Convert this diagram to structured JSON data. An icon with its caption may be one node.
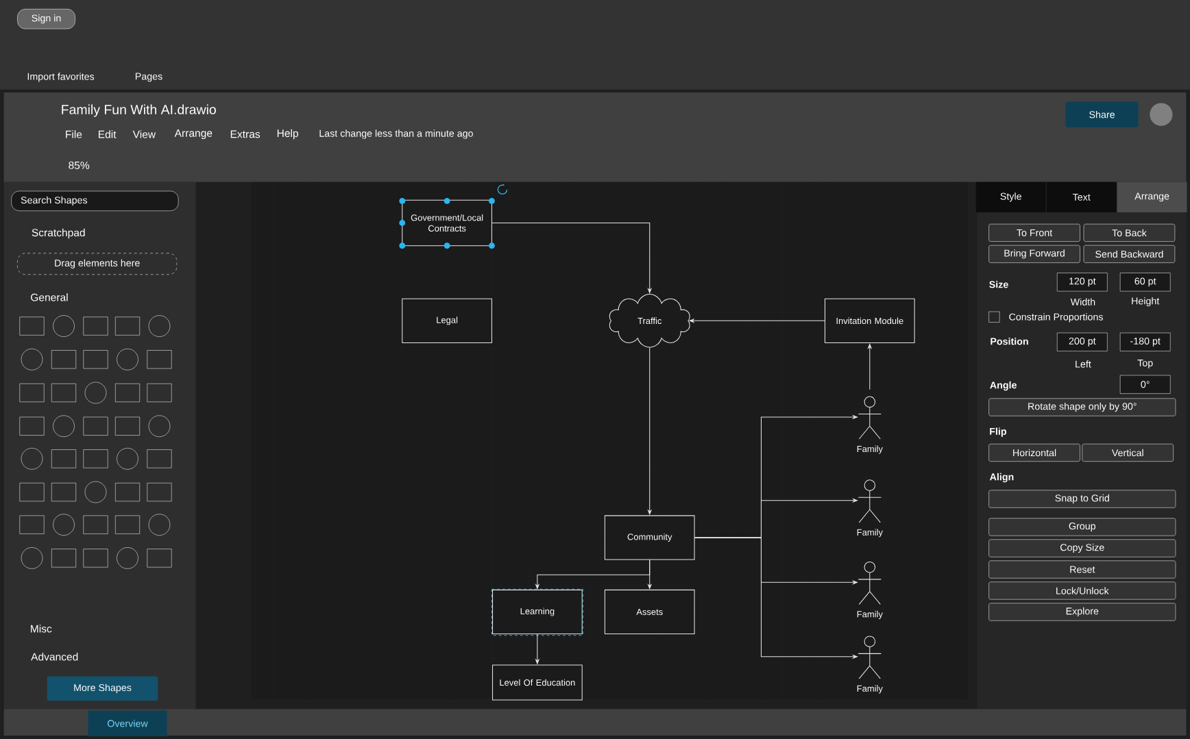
{
  "diagram": {
    "title": "Family Fun With AI.drawio",
    "nodes": [
      {
        "text": [
          "Government/Local Contracts"
        ]
      },
      {
        "text": [
          "Legal"
        ]
      },
      {
        "text": [
          "Traffic"
        ]
      },
      {
        "text": [
          "Invitation Module"
        ]
      },
      {
        "text": [
          "Family"
        ]
      },
      {
        "text": [
          "Family"
        ]
      },
      {
        "text": [
          "Family"
        ]
      },
      {
        "text": [
          "Family"
        ]
      },
      {
        "text": [
          "Community"
        ]
      },
      {
        "text": [
          "Learning"
        ]
      },
      {
        "text": [
          "Assets"
        ]
      },
      {
        "text": [
          "Level Of Education"
        ]
      }
    ],
    "edges": [
      {
        "from": 0,
        "to": 2,
        "arrow": "to"
      },
      {
        "from": 3,
        "to": 2,
        "arrow": "to"
      },
      {
        "from": 4,
        "to": 3,
        "arrow": "to"
      },
      {
        "from": 2,
        "to": 8,
        "arrow": "to"
      },
      {
        "from": 8,
        "to": 4,
        "arrow": "to"
      },
      {
        "from": 8,
        "to": 5,
        "arrow": "to"
      },
      {
        "from": 8,
        "to": 6,
        "arrow": "to"
      },
      {
        "from": 8,
        "to": 7,
        "arrow": "to"
      },
      {
        "from": 8,
        "to": 10,
        "arrow": "to"
      },
      {
        "from": 8,
        "to": 9,
        "arrow": "to"
      },
      {
        "from": 9,
        "to": 11,
        "arrow": "to"
      }
    ],
    "labels": [
      "Sign in",
      "Import favorites",
      "Pages",
      "File",
      "Edit",
      "View",
      "Arrange",
      "Extras",
      "Help",
      "Last change less than a minute ago",
      "Share",
      "85%",
      "Search Shapes",
      "Scratchpad",
      "Drag elements here",
      "General",
      "Misc",
      "Advanced",
      "More Shapes",
      "Overview",
      "Style",
      "Text",
      "Arrange",
      "To Front",
      "To Back",
      "Bring Forward",
      "Send Backward",
      "Size",
      "120 pt",
      "60 pt",
      "Width",
      "Height",
      "Constrain Proportions",
      "Position",
      "200 pt",
      "-180 pt",
      "Left",
      "Top",
      "Angle",
      "0°",
      "Rotate shape only by 90°",
      "Flip",
      "Horizontal",
      "Vertical",
      "Align",
      "Snap to Grid",
      "Group",
      "Copy Size",
      "Reset",
      "Lock/Unlock",
      "Explore"
    ]
  }
}
